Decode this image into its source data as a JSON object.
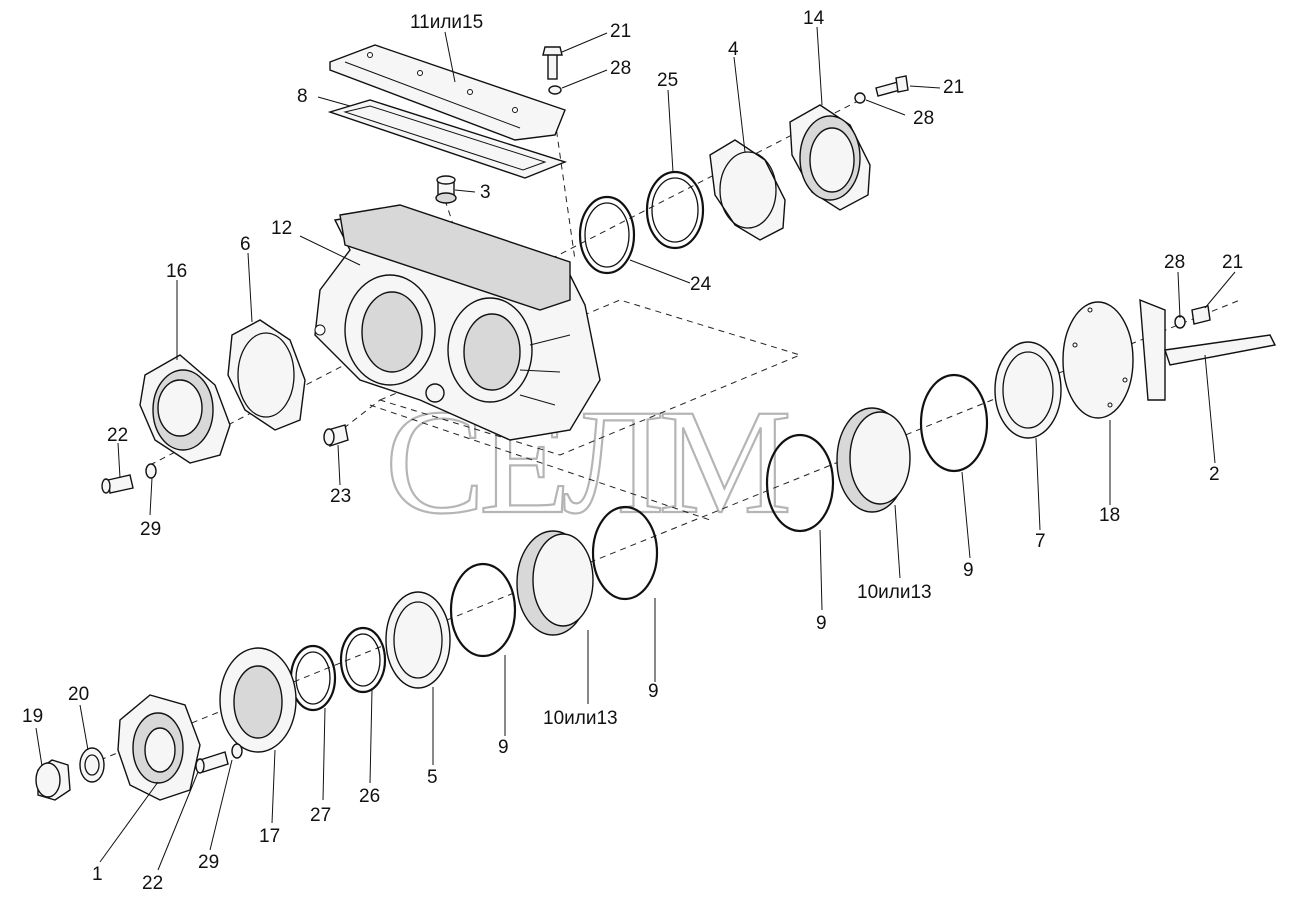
{
  "watermark": "СЕЛМ",
  "labels": {
    "p11_15": "11или15",
    "p21_top": "21",
    "p28_top": "28",
    "p8": "8",
    "p25": "25",
    "p4": "4",
    "p14": "14",
    "p21_r": "21",
    "p28_r": "28",
    "p3": "3",
    "p12": "12",
    "p6": "6",
    "p16": "16",
    "p24": "24",
    "p28_far": "28",
    "p21_far": "21",
    "p22_l": "22",
    "p29_l": "29",
    "p23": "23",
    "p2": "2",
    "p18": "18",
    "p7": "7",
    "p9_a": "9",
    "p10_13_r": "10или13",
    "p9_b": "9",
    "p9_c": "9",
    "p10_13_b": "10или13",
    "p9_d": "9",
    "p5": "5",
    "p26": "26",
    "p27": "27",
    "p17": "17",
    "p29_b": "29",
    "p22_b": "22",
    "p1": "1",
    "p19": "19",
    "p20": "20"
  }
}
